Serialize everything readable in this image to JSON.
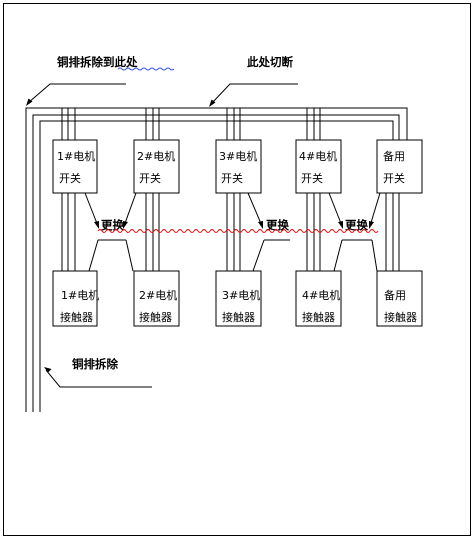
{
  "annotations": {
    "busbar_removed_to_here": "铜排拆除到此处",
    "cut_here": "此处切断",
    "busbar_removed": "铜排拆除"
  },
  "swap_labels": [
    "更换",
    "更换",
    "更换"
  ],
  "switches": [
    {
      "line1": "1#电机",
      "line2": "开关"
    },
    {
      "line1": "2#电机",
      "line2": "开关"
    },
    {
      "line1": "3#电机",
      "line2": "开关"
    },
    {
      "line1": "4#电机",
      "line2": "开关"
    },
    {
      "line1": "备用",
      "line2": "开关"
    }
  ],
  "contactors": [
    {
      "line1": "1#电机",
      "line2": "接触器"
    },
    {
      "line1": "2#电机",
      "line2": "接触器"
    },
    {
      "line1": "3#电机",
      "line2": "接触器"
    },
    {
      "line1": "4#电机",
      "line2": "接触器"
    },
    {
      "line1": "备用",
      "line2": "接触器"
    }
  ],
  "colors": {
    "line": "#000000",
    "spell_wave": "#3355cc",
    "cut_wave": "#e01010"
  }
}
